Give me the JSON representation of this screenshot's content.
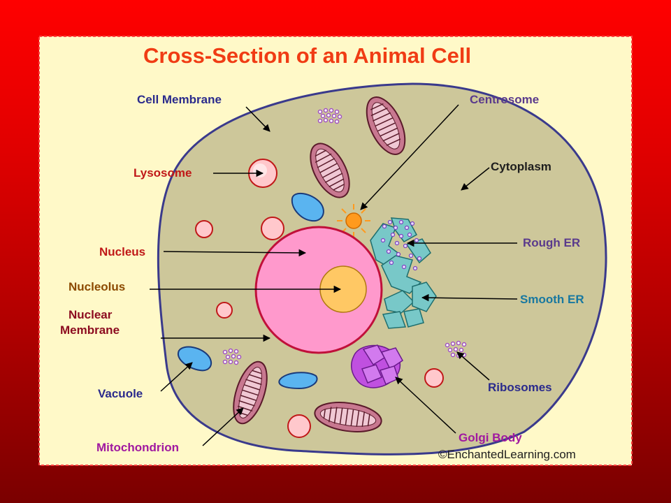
{
  "title": "Cross-Section of an Animal Cell",
  "credit": "©EnchantedLearning.com",
  "labels": {
    "cell_membrane": "Cell Membrane",
    "lysosome": "Lysosome",
    "nucleus": "Nucleus",
    "nucleolus": "Nucleolus",
    "nuclear_membrane_line1": "Nuclear",
    "nuclear_membrane_line2": "Membrane",
    "vacuole": "Vacuole",
    "mitochondrion": "Mitochondrion",
    "centrosome": "Centrosome",
    "cytoplasm": "Cytoplasm",
    "rough_er": "Rough ER",
    "smooth_er": "Smooth ER",
    "ribosomes": "Ribosomes",
    "golgi_body": "Golgi Body"
  },
  "colors": {
    "background_top": "#ff0000",
    "background_bottom": "#7a0000",
    "panel": "#fff9c8",
    "panel_border": "#ff4040",
    "title": "#f03c14",
    "cytoplasm": "#cdc79a",
    "cell_membrane": "#3a3a8c",
    "nucleus": "#ff99cc",
    "nuclear_membrane": "#c0103a",
    "nucleolus": "#ffc864",
    "lysosome": "#ffc8cc",
    "vacuole": "#5ab4f0",
    "mitochondrion": "#c87890",
    "centrosome": "#ff9a1e",
    "er": "#78c8c8",
    "golgi": "#c050e0",
    "ribosome": "#a050c0",
    "label_blue": "#2a2a8c",
    "label_red": "#c01818",
    "label_brown": "#8c4a00",
    "label_dark": "#1e1e1e",
    "label_purple": "#5a3a8c",
    "label_teal": "#1878a0",
    "label_magenta": "#a018a0"
  }
}
